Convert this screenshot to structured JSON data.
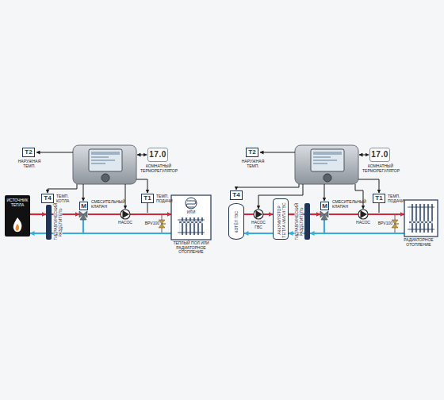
{
  "diagram": {
    "nodes": [
      {
        "text": [
          "T2",
          "НАРУЖНАЯ ТЕМП."
        ]
      },
      {
        "text": [
          "17.0",
          "КОМНАТНЫЙ ТЕРМОРЕГУЛЯТОР"
        ]
      },
      {
        "text": [
          "ИСТОЧНИК ТЕПЛА"
        ]
      },
      {
        "text": [
          "T4",
          "ТЕМП. КОТЛА"
        ]
      },
      {
        "text": [
          "ГИДРАВЛИЧЕСКИЙ РАЗДЕЛИТЕЛЬ"
        ]
      },
      {
        "text": [
          "M",
          "СМЕСИТЕЛЬНЫЙ КЛАПАН"
        ]
      },
      {
        "text": [
          "T1",
          "ТЕМП. ПОДАЧИ"
        ]
      },
      {
        "text": [
          "ИЛИ",
          "ТЕПЛЫЙ ПОЛ ИЛИ РАДИАТОРНОЕ ОТОПЛЕНИЕ"
        ]
      },
      {
        "text": [
          "T2",
          "НАРУЖНАЯ ТЕМП."
        ]
      },
      {
        "text": [
          "17.0",
          "КОМНАТНЫЙ ТЕРМОРЕГУЛЯТОР"
        ]
      },
      {
        "text": [
          "T4"
        ]
      },
      {
        "text": [
          "КОТЁЛ ГВС"
        ]
      },
      {
        "text": [
          "АККУМУЛЯТОР ТЕПЛА И/ИЛИ ГВС"
        ]
      },
      {
        "text": [
          "ГИДРАВЛИЧЕСКИЙ РАЗДЕЛИТЕЛЬ"
        ]
      },
      {
        "text": [
          "M",
          "СМЕСИТЕЛЬНЫЙ КЛАПАН"
        ]
      },
      {
        "text": [
          "T1",
          "ТЕМП. ПОДАЧИ"
        ]
      },
      {
        "text": [
          "РАДИАТОРНОЕ ОТОПЛЕНИЕ"
        ]
      }
    ],
    "edges": [
      {
        "from": 2,
        "to": 4,
        "arrow": "to"
      },
      {
        "from": 4,
        "to": 5,
        "arrow": "to"
      },
      {
        "from": 5,
        "to": 7,
        "arrow": "to"
      },
      {
        "from": 7,
        "to": 4,
        "arrow": "to"
      },
      {
        "from": 4,
        "to": 2,
        "arrow": "to"
      },
      {
        "from": 11,
        "to": 12,
        "arrow": "to"
      },
      {
        "from": 12,
        "to": 13,
        "arrow": "to"
      },
      {
        "from": 13,
        "to": 14,
        "arrow": "to"
      },
      {
        "from": 14,
        "to": 16,
        "arrow": "to"
      },
      {
        "from": 16,
        "to": 13,
        "arrow": "to"
      },
      {
        "from": 13,
        "to": 12,
        "arrow": "to"
      },
      {
        "from": 12,
        "to": 11,
        "arrow": "to"
      }
    ],
    "labels": [
      "НАСОС",
      "BPV100",
      "НАСОС ГВС",
      "НАСОС",
      "BPV100"
    ]
  }
}
